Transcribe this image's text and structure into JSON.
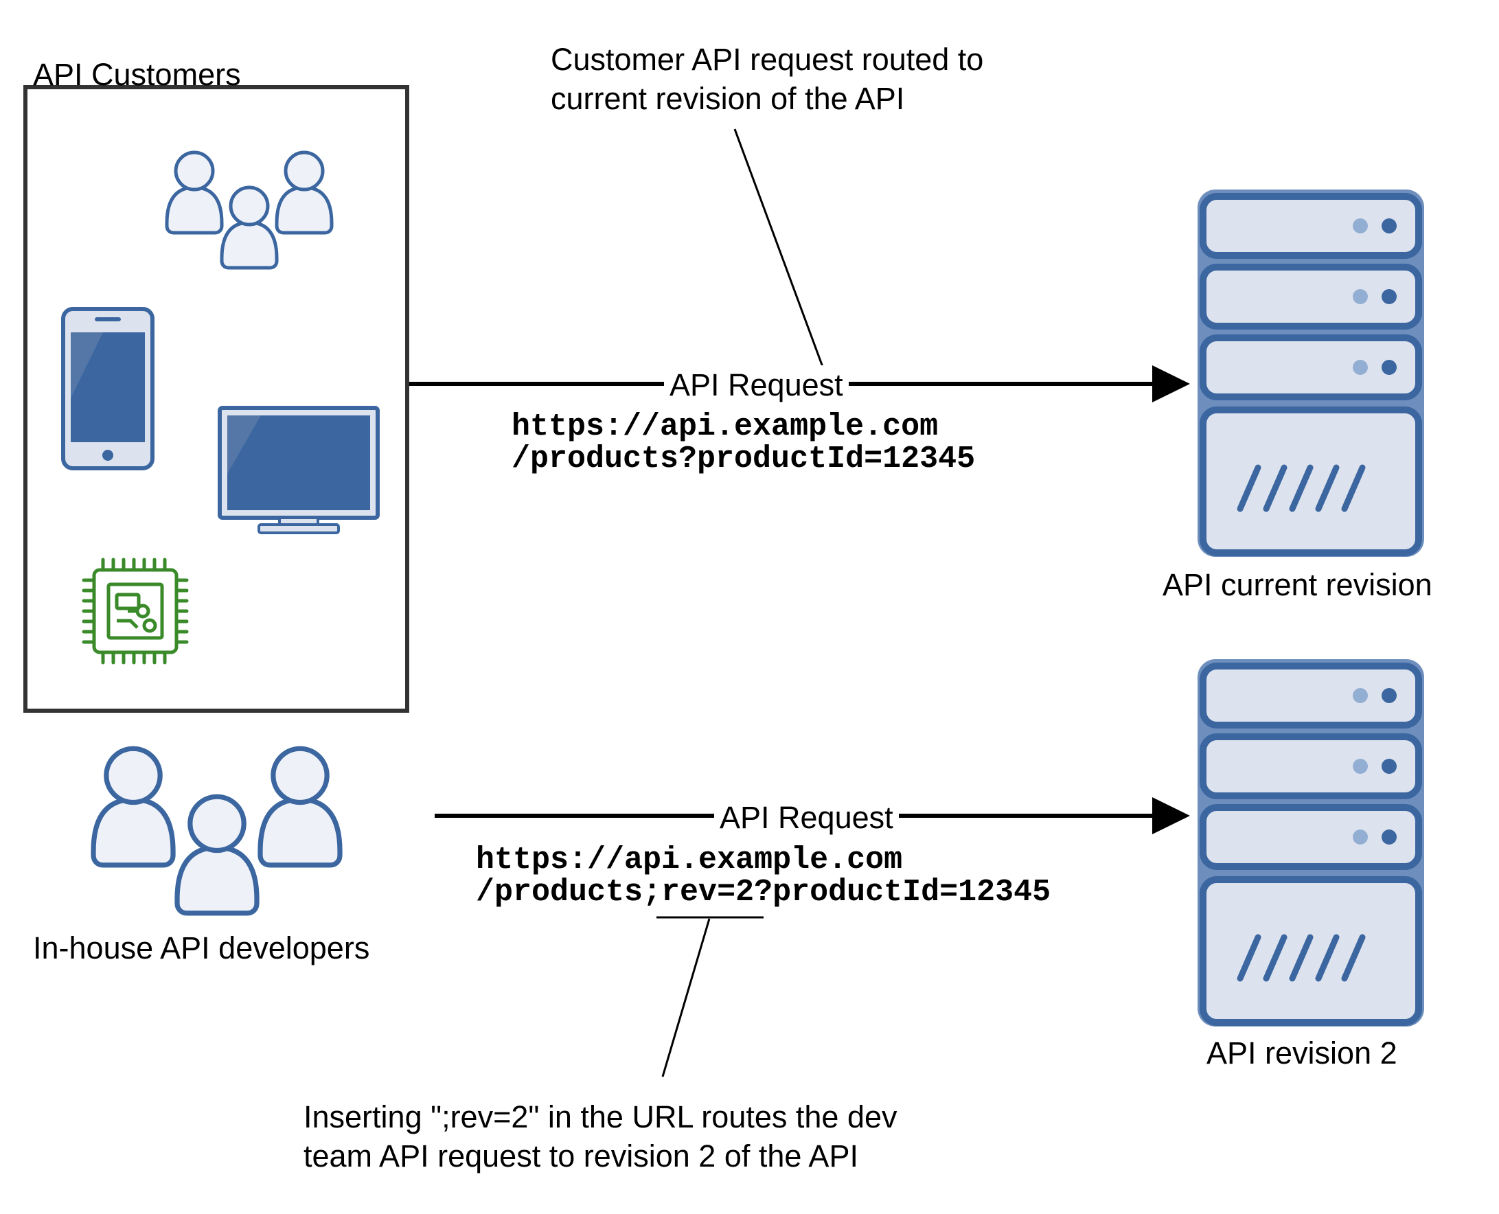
{
  "customers_group": {
    "title": "API Customers"
  },
  "developers": {
    "label": "In-house API developers"
  },
  "top_flow": {
    "request_label": "API Request",
    "url_line1": "https://api.example.com",
    "url_line2": "/products?productId=12345",
    "callout": {
      "line1": "Customer API request routed to",
      "line2": "current revision of the API"
    }
  },
  "bottom_flow": {
    "request_label": "API Request",
    "url_line1": "https://api.example.com",
    "url_line2_prefix": "/products",
    "url_line2_highlight": ";rev=2",
    "url_line2_suffix": "?productId=12345",
    "callout": {
      "line1": "Inserting \";rev=2\" in the URL routes the dev",
      "line2": "team API request to revision 2 of the API"
    }
  },
  "servers": {
    "current": {
      "label": "API current revision"
    },
    "revision2": {
      "label": "API revision 2"
    }
  },
  "colors": {
    "icon_blue": "#3b66a0",
    "icon_fill": "#dde3ee",
    "server_light_dot": "#93aed3",
    "chip_green": "#3a8a2a",
    "box_stroke": "#333333"
  },
  "icons": [
    "users-icon",
    "smartphone-icon",
    "monitor-icon",
    "chip-icon",
    "server-icon"
  ]
}
